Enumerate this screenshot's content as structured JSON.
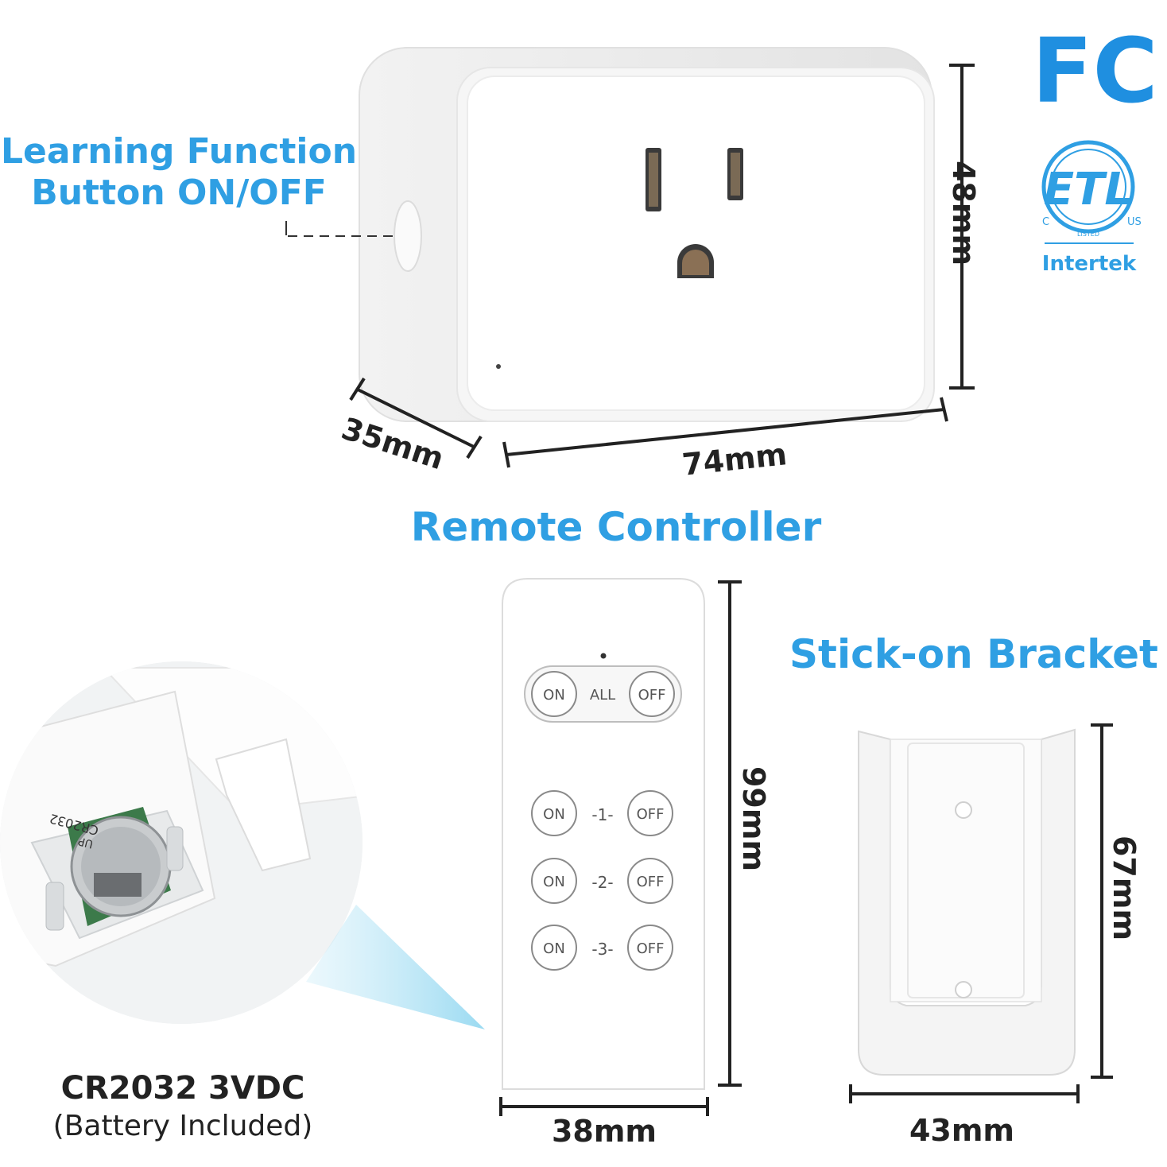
{
  "labels": {
    "learning_line1": "Learning Function",
    "learning_line2": "Button ON/OFF",
    "remote_title": "Remote Controller",
    "bracket_title": "Stick-on Bracket",
    "battery_model": "CR2032 3VDC",
    "battery_note": "(Battery Included)"
  },
  "dimensions": {
    "plug_height": "48mm",
    "plug_depth": "35mm",
    "plug_width": "74mm",
    "remote_height": "99mm",
    "remote_width": "38mm",
    "bracket_height": "67mm",
    "bracket_width": "43mm"
  },
  "certifications": {
    "fcc": "FC",
    "etl_text": "ETL",
    "etl_c": "C",
    "etl_us": "US",
    "etl_listed": "LISTED",
    "intertek": "Intertek"
  },
  "remote": {
    "all_label": "ALL",
    "on": "ON",
    "off": "OFF",
    "ch1": "-1-",
    "ch2": "-2-",
    "ch3": "-3-"
  },
  "battery_print": {
    "line1": "CR2032",
    "line2": "UP"
  },
  "colors": {
    "accent": "#2f9fe3",
    "text_dark": "#222222",
    "beam": "#9fdcf2"
  }
}
